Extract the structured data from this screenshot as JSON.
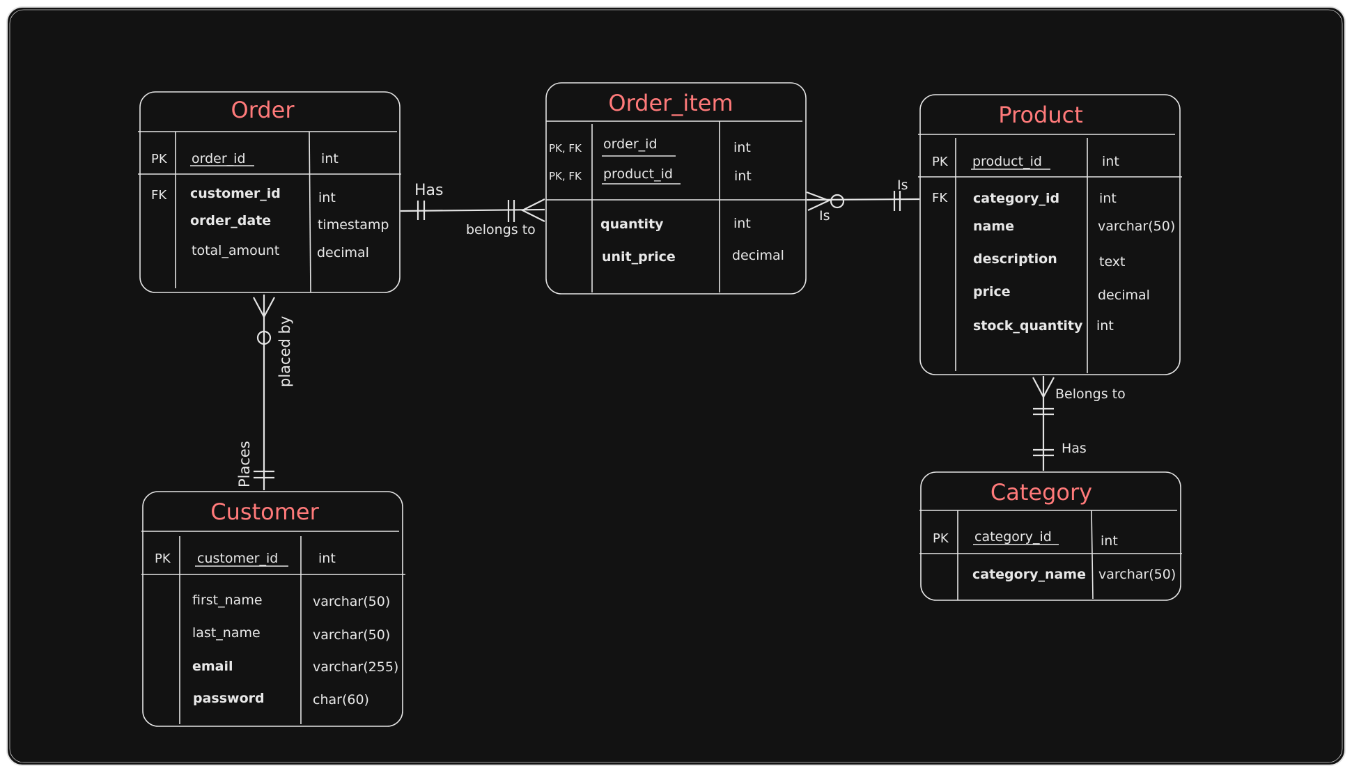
{
  "colors": {
    "canvas": "#121212",
    "frame": "#e4e4e4",
    "title": "#ff7a7a",
    "text": "#e8e8e8"
  },
  "tables": {
    "order": {
      "title": "Order",
      "rows": [
        {
          "key": "PK",
          "name": "order_id",
          "type": "int"
        },
        {
          "key": "FK",
          "name": "customer_id",
          "type": "int"
        },
        {
          "key": "",
          "name": "order_date",
          "type": "timestamp"
        },
        {
          "key": "",
          "name": "total_amount",
          "type": "decimal"
        }
      ]
    },
    "order_item": {
      "title": "Order_item",
      "rows": [
        {
          "key": "PK, FK",
          "name": "order_id",
          "type": "int"
        },
        {
          "key": "PK, FK",
          "name": "product_id",
          "type": "int"
        },
        {
          "key": "",
          "name": "quantity",
          "type": "int"
        },
        {
          "key": "",
          "name": "unit_price",
          "type": "decimal"
        }
      ]
    },
    "product": {
      "title": "Product",
      "rows": [
        {
          "key": "PK",
          "name": "product_id",
          "type": "int"
        },
        {
          "key": "FK",
          "name": "category_id",
          "type": "int"
        },
        {
          "key": "",
          "name": "name",
          "type": "varchar(50)"
        },
        {
          "key": "",
          "name": "description",
          "type": "text"
        },
        {
          "key": "",
          "name": "price",
          "type": "decimal"
        },
        {
          "key": "",
          "name": "stock_quantity",
          "type": "int"
        }
      ]
    },
    "customer": {
      "title": "Customer",
      "rows": [
        {
          "key": "PK",
          "name": "customer_id",
          "type": "int"
        },
        {
          "key": "",
          "name": "first_name",
          "type": "varchar(50)"
        },
        {
          "key": "",
          "name": "last_name",
          "type": "varchar(50)"
        },
        {
          "key": "",
          "name": "email",
          "type": "varchar(255)"
        },
        {
          "key": "",
          "name": "password",
          "type": "char(60)"
        }
      ]
    },
    "category": {
      "title": "Category",
      "rows": [
        {
          "key": "PK",
          "name": "category_id",
          "type": "int"
        },
        {
          "key": "",
          "name": "category_name",
          "type": "varchar(50)"
        }
      ]
    }
  },
  "relationships": {
    "order_orderitem": {
      "near_order": "Has",
      "near_orderitem": "belongs to"
    },
    "orderitem_product": {
      "near_orderitem": "Is",
      "near_product": "Is"
    },
    "order_customer": {
      "near_order": "placed by",
      "near_customer": "Places"
    },
    "product_category": {
      "near_product": "Belongs to",
      "near_category": "Has"
    }
  }
}
